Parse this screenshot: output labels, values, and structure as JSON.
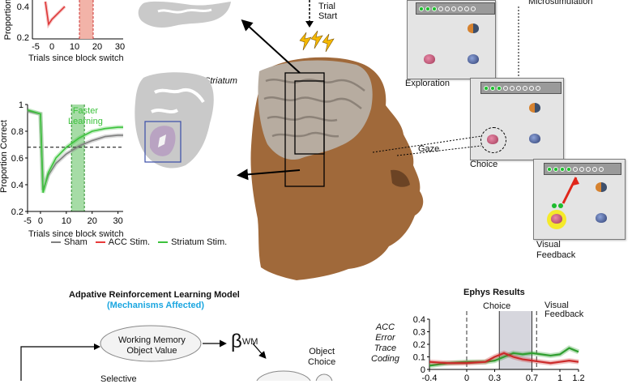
{
  "top_chart": {
    "ytick_top": "0.4",
    "ytick_bottom": "0.2",
    "xticks": [
      "-5",
      "0",
      "10",
      "20",
      "30"
    ],
    "xlabel": "Trials since block switch",
    "ylabel": "Proportion"
  },
  "learning_chart": {
    "ylabel": "Proportion Correct",
    "yticks": [
      "1",
      "0.8",
      "0.6",
      "0.4",
      "0.2"
    ],
    "xticks": [
      "-5",
      "0",
      "10",
      "20",
      "30"
    ],
    "xlabel": "Trials since block switch",
    "annotation": "Faster\nLearning",
    "legend": [
      "Sham",
      "ACC Stim.",
      "Striatum Stim."
    ],
    "colors": {
      "sham": "#7f7f7f",
      "acc": "#e83a3a",
      "striatum": "#3cc23c"
    }
  },
  "chart_data": [
    {
      "type": "line",
      "title": "",
      "xlabel": "Trials since block switch",
      "ylabel": "Proportion Correct",
      "xlim": [
        -5,
        32
      ],
      "ylim": [
        0.2,
        1.0
      ],
      "x": [
        -5,
        0,
        1,
        3,
        6,
        10,
        15,
        20,
        25,
        30,
        32
      ],
      "series": [
        {
          "name": "Sham",
          "values": [
            0.95,
            0.93,
            0.36,
            0.47,
            0.56,
            0.63,
            0.69,
            0.73,
            0.76,
            0.77,
            0.77
          ]
        },
        {
          "name": "Striatum Stim.",
          "values": [
            0.96,
            0.93,
            0.34,
            0.49,
            0.6,
            0.68,
            0.75,
            0.8,
            0.82,
            0.83,
            0.83
          ]
        }
      ],
      "reference_line_y": 0.68,
      "highlight_x_range": [
        12,
        17
      ]
    },
    {
      "type": "line",
      "title": "Ephys Results",
      "ylabel": "ACC Error Trace Coding",
      "xlim": [
        -0.4,
        1.2
      ],
      "ylim": [
        0,
        0.4
      ],
      "x": [
        -0.4,
        -0.2,
        0,
        0.2,
        0.3,
        0.4,
        0.5,
        0.6,
        0.7,
        0.8,
        0.9,
        1.0,
        1.1,
        1.2
      ],
      "series": [
        {
          "name": "",
          "color": "#2f9e2f",
          "values": [
            0.03,
            0.05,
            0.06,
            0.06,
            0.07,
            0.1,
            0.13,
            0.12,
            0.13,
            0.12,
            0.11,
            0.12,
            0.17,
            0.14
          ]
        },
        {
          "name": "",
          "color": "#cc2a2a",
          "values": [
            0.06,
            0.05,
            0.05,
            0.06,
            0.1,
            0.13,
            0.1,
            0.08,
            0.07,
            0.06,
            0.05,
            0.06,
            0.07,
            0.06
          ]
        }
      ],
      "highlight_x_range": [
        0.35,
        0.7
      ]
    }
  ],
  "labels": {
    "striatum": "Striatum",
    "trial_start": "Trial\nStart",
    "microstimulation": "Microstimulation",
    "exploration": "Exploration",
    "gaze": "Gaze",
    "choice": "Choice",
    "visual_feedback": "Visual\nFeedback"
  },
  "model": {
    "title": "Adpative Reinforcement Learning Model",
    "subtitle": "(Mechanisms Affected)",
    "working_memory": "Working Memory\nObject Value",
    "beta": "β",
    "beta_sup": "WM",
    "object_choice": "Object\nChoice",
    "selective": "Selective"
  },
  "ephys": {
    "title": "Ephys Results",
    "ylabel": "ACC\nError\nTrace\nCoding",
    "yticks": [
      "0.4",
      "0.3",
      "0.2",
      "0.1",
      "0"
    ],
    "xticks": [
      "-0.4",
      "0",
      "0.3",
      "0.7",
      "1",
      "1.2"
    ],
    "choice_label": "Choice",
    "feedback_label": "Visual\nFeedback"
  },
  "progress": {
    "exploration_filled": 3,
    "choice_filled": 3,
    "feedback_filled": 4,
    "total": 9
  }
}
